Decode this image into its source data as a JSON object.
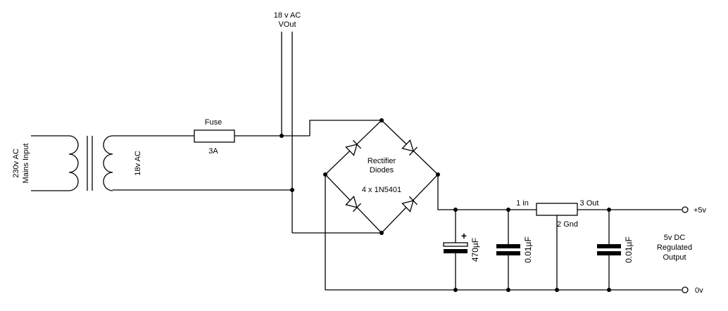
{
  "labels": {
    "ac_out_top": "18 v AC",
    "ac_out_bottom": "VOut",
    "fuse_name": "Fuse",
    "fuse_rating": "3A",
    "mains_line1": "230v AC",
    "mains_line2": "Mains Input",
    "secondary": "18v AC",
    "rectifier_line1": "Rectifier",
    "rectifier_line2": "Diodes",
    "rectifier_part": "4 x 1N5401",
    "reg_in": "1 in",
    "reg_out": "3 Out",
    "reg_gnd": "2 Gnd",
    "cap1_value": "470µF",
    "cap1_polarity": "+",
    "cap2_value": "0.01µF",
    "cap3_value": "0.01µF",
    "out_pos": "+5v",
    "out_gnd": "0v",
    "output_line1": "5v DC",
    "output_line2": "Regulated",
    "output_line3": "Output"
  }
}
